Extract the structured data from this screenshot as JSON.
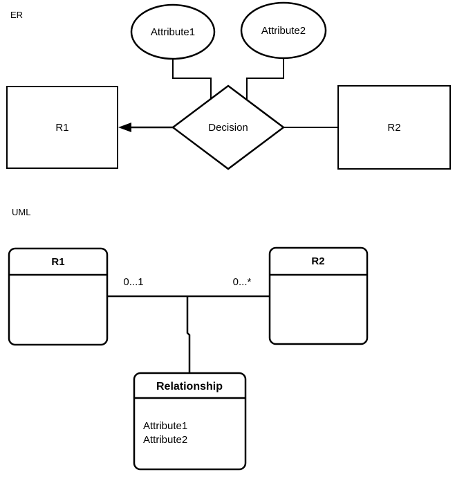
{
  "colors": {
    "stroke": "#000000",
    "fill": "#ffffff",
    "text": "#000000"
  },
  "er": {
    "section_label": "ER",
    "attribute1_label": "Attribute1",
    "attribute2_label": "Attribute2",
    "entity_left_label": "R1",
    "entity_right_label": "R2",
    "relationship_label": "Decision"
  },
  "uml": {
    "section_label": "UML",
    "class_r1": {
      "title": "R1"
    },
    "class_r2": {
      "title": "R2"
    },
    "multiplicity_left": "0...1",
    "multiplicity_right": "0...*",
    "association_class": {
      "title": "Relationship",
      "attributes": [
        "Attribute1",
        "Attribute2"
      ]
    }
  }
}
